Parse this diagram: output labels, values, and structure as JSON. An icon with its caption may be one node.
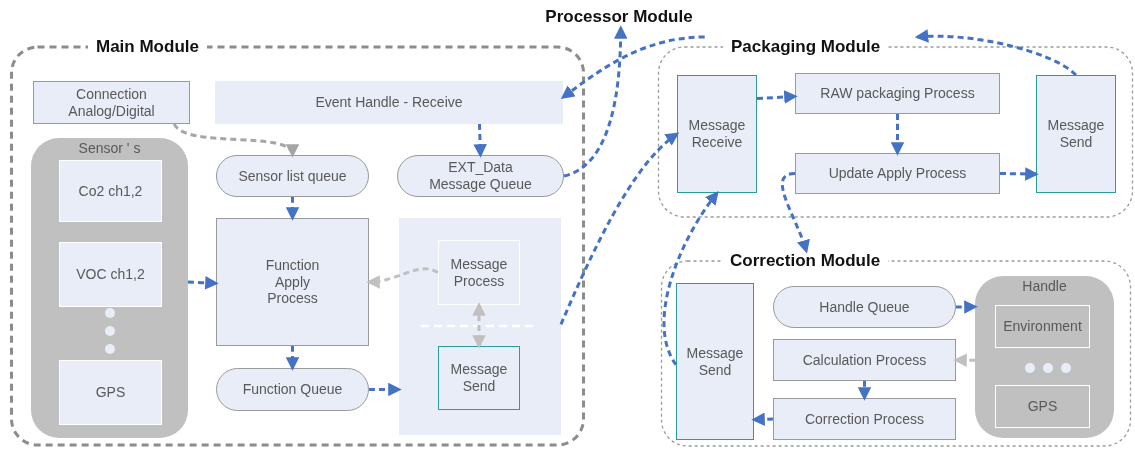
{
  "diagram": {
    "nodes": [
      {
        "text": [
          "Main Module"
        ]
      },
      {
        "text": [
          "Connection Analog/Digital"
        ],
        "in": 0
      },
      {
        "text": [
          "Event Handle - Receive"
        ],
        "in": 0
      },
      {
        "text": [
          "Sensor ' s"
        ],
        "in": 0
      },
      {
        "text": [
          "Co2 ch1,2"
        ],
        "in": 3
      },
      {
        "text": [
          "VOC ch1,2"
        ],
        "in": 3
      },
      {
        "text": [
          "GPS"
        ],
        "in": 3
      },
      {
        "text": [
          "Sensor list queue"
        ],
        "in": 0
      },
      {
        "text": [
          "EXT_Data Message Queue"
        ],
        "in": 0
      },
      {
        "text": [
          "Function Apply Process"
        ],
        "in": 0
      },
      {
        "text": [],
        "shape": "box",
        "in": 0
      },
      {
        "text": [
          "Message Process"
        ],
        "in": 10
      },
      {
        "text": [
          "Message Send"
        ],
        "in": 10
      },
      {
        "text": [
          "Function Queue"
        ],
        "in": 0
      },
      {
        "text": [
          "Processor Module"
        ]
      },
      {
        "text": [
          "Packaging Module"
        ]
      },
      {
        "text": [
          "Message Receive"
        ],
        "in": 15
      },
      {
        "text": [
          "RAW packaging Process"
        ],
        "in": 15
      },
      {
        "text": [
          "Update Apply Process"
        ],
        "in": 15
      },
      {
        "text": [
          "Message Send"
        ],
        "in": 15
      },
      {
        "text": [
          "Correction Module"
        ]
      },
      {
        "text": [
          "Message Send"
        ],
        "in": 20
      },
      {
        "text": [
          "Handle Queue"
        ],
        "in": 20
      },
      {
        "text": [
          "Calculation Process"
        ],
        "in": 20
      },
      {
        "text": [
          "Correction Process"
        ],
        "in": 20
      },
      {
        "text": [
          "Handle"
        ],
        "in": 20
      },
      {
        "text": [
          "Environment"
        ],
        "in": 25
      },
      {
        "text": [
          "GPS"
        ],
        "in": 25
      }
    ],
    "edges": [
      {
        "from": 1,
        "to": 7,
        "arrow": "to",
        "style": "dashed",
        "color": "#a6a6a6"
      },
      {
        "from": 2,
        "to": 8,
        "arrow": "to",
        "style": "dashed"
      },
      {
        "from": 7,
        "to": 9,
        "arrow": "to",
        "style": "dashed"
      },
      {
        "from": 3,
        "to": 9,
        "arrow": "to",
        "style": "dashed"
      },
      {
        "from": 11,
        "to": 9,
        "arrow": "to",
        "style": "dashed",
        "color": "#c0c0c0"
      },
      {
        "from": 11,
        "to": 12,
        "arrow": "both",
        "style": "dashed",
        "color": "#c0c0c0"
      },
      {
        "from": 9,
        "to": 13,
        "arrow": "to",
        "style": "dashed"
      },
      {
        "from": 13,
        "to": 10,
        "arrow": "to",
        "style": "dashed"
      },
      {
        "from": 8,
        "to": 14,
        "arrow": "to",
        "style": "dashed"
      },
      {
        "from": 15,
        "to": 2,
        "arrow": "to",
        "style": "dashed"
      },
      {
        "from": 10,
        "to": 16,
        "arrow": "to",
        "style": "dashed"
      },
      {
        "from": 16,
        "to": 17,
        "arrow": "to",
        "style": "dashed"
      },
      {
        "from": 17,
        "to": 18,
        "arrow": "to",
        "style": "dashed"
      },
      {
        "from": 18,
        "to": 19,
        "arrow": "to",
        "style": "dashed"
      },
      {
        "from": 19,
        "to": 15,
        "arrow": "to",
        "style": "dashed"
      },
      {
        "from": 18,
        "to": 20,
        "arrow": "to",
        "style": "dashed"
      },
      {
        "from": 21,
        "to": 16,
        "arrow": "to",
        "style": "dashed"
      },
      {
        "from": 22,
        "to": 25,
        "arrow": "to",
        "style": "dashed"
      },
      {
        "from": 25,
        "to": 23,
        "arrow": "to",
        "style": "dashed",
        "color": "#c0c0c0"
      },
      {
        "from": 23,
        "to": 24,
        "arrow": "to",
        "style": "dashed"
      },
      {
        "from": 24,
        "to": 21,
        "arrow": "to",
        "style": "dashed"
      }
    ]
  }
}
